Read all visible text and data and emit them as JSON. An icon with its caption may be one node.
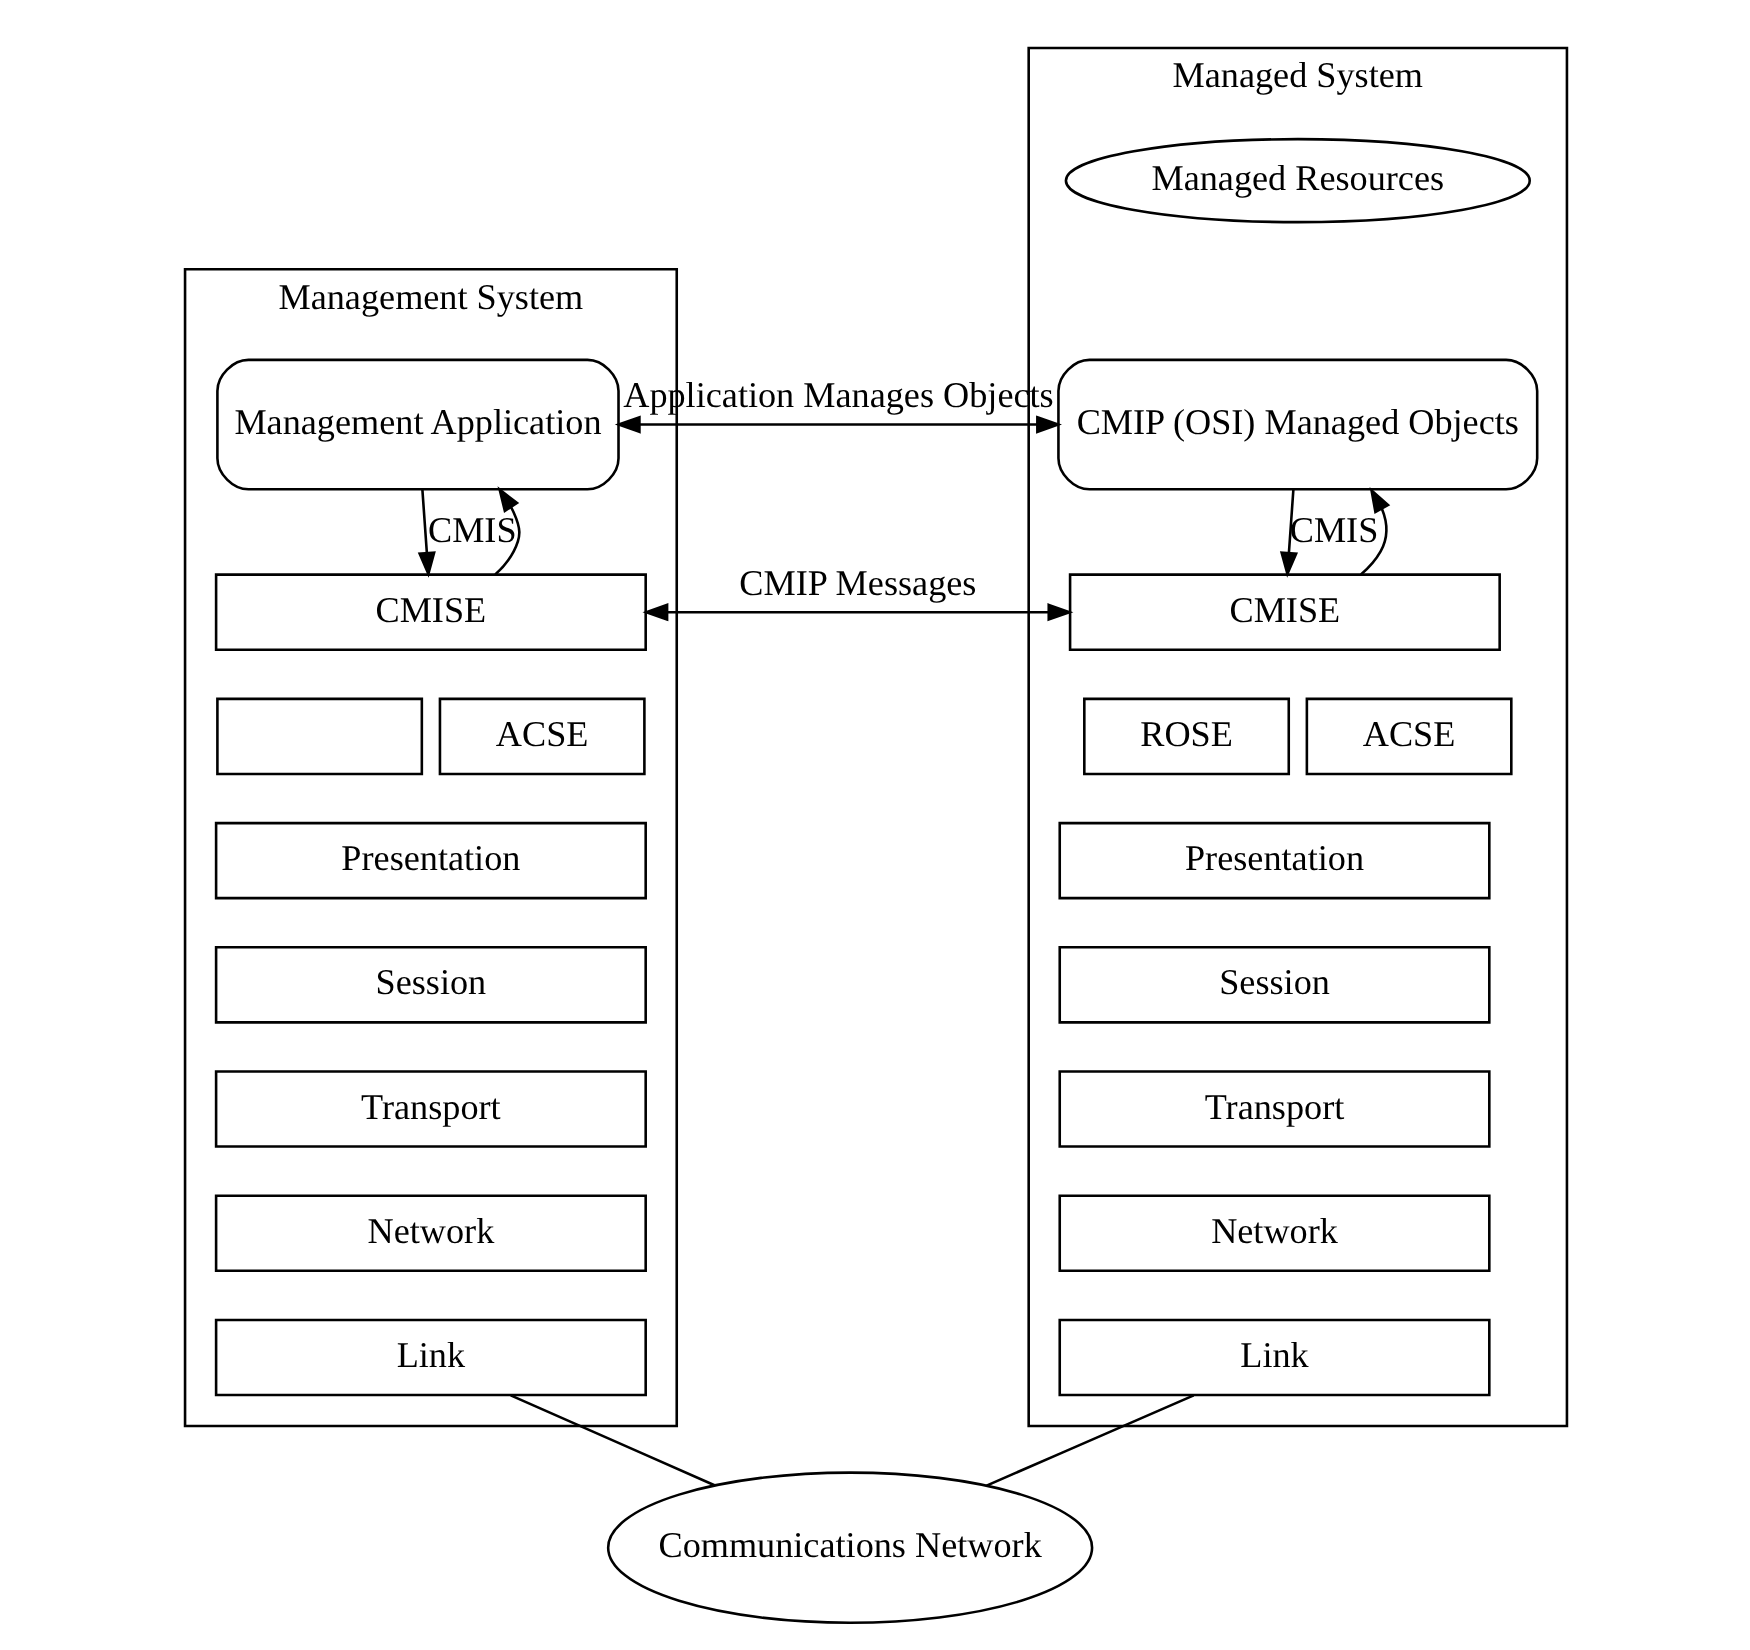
{
  "diagram": {
    "nodes": [
      {
        "text": [
          "Management System"
        ]
      },
      {
        "text": [
          "Management Application"
        ],
        "in": 0
      },
      {
        "text": [
          "CMISE"
        ],
        "in": 0
      },
      {
        "text": [],
        "shape": "box",
        "in": 0
      },
      {
        "text": [
          "ACSE"
        ],
        "in": 0
      },
      {
        "text": [
          "Presentation"
        ],
        "in": 0
      },
      {
        "text": [
          "Session"
        ],
        "in": 0
      },
      {
        "text": [
          "Transport"
        ],
        "in": 0
      },
      {
        "text": [
          "Network"
        ],
        "in": 0
      },
      {
        "text": [
          "Link"
        ],
        "in": 0
      },
      {
        "text": [
          "Managed System"
        ]
      },
      {
        "text": [
          "Managed Resources"
        ],
        "in": 10
      },
      {
        "text": [
          "CMIP (OSI) Managed Objects"
        ],
        "in": 10
      },
      {
        "text": [
          "CMISE"
        ],
        "in": 10
      },
      {
        "text": [
          "ROSE"
        ],
        "in": 10
      },
      {
        "text": [
          "ACSE"
        ],
        "in": 10
      },
      {
        "text": [
          "Presentation"
        ],
        "in": 10
      },
      {
        "text": [
          "Session"
        ],
        "in": 10
      },
      {
        "text": [
          "Transport"
        ],
        "in": 10
      },
      {
        "text": [
          "Network"
        ],
        "in": 10
      },
      {
        "text": [
          "Link"
        ],
        "in": 10
      },
      {
        "text": [
          "Communications Network"
        ]
      }
    ],
    "edges": [
      {
        "from": 1,
        "to": 2,
        "arrow": "to"
      },
      {
        "from": 2,
        "to": 1,
        "arrow": "to"
      },
      {
        "from": 1,
        "to": 12,
        "arrow": "both",
        "label": "Application Manages Objects"
      },
      {
        "from": 12,
        "to": 13,
        "arrow": "to"
      },
      {
        "from": 13,
        "to": 12,
        "arrow": "to"
      },
      {
        "from": 2,
        "to": 13,
        "arrow": "both",
        "label": "CMIP Messages"
      },
      {
        "from": 9,
        "to": 21,
        "arrow": "none"
      },
      {
        "from": 20,
        "to": 21,
        "arrow": "none"
      }
    ],
    "labels": [
      "CMIS",
      "CMIS"
    ]
  }
}
